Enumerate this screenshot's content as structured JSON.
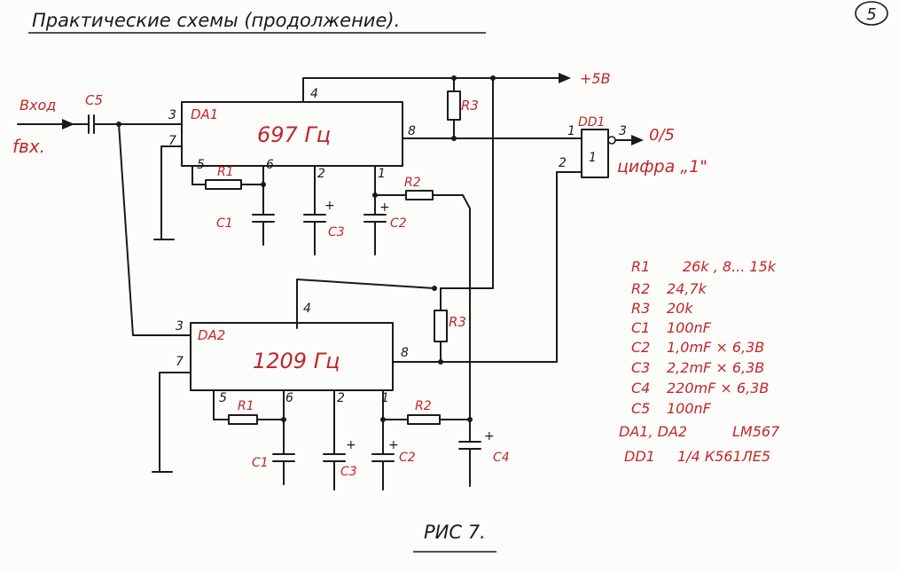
{
  "header": {
    "title": "Практические схемы (продолжение).",
    "page_number": "5"
  },
  "caption": "РИС 7.",
  "labels": {
    "input_name": "Вход",
    "input_signal": "fвх.",
    "c5": "C5",
    "supply": "+5В",
    "output_level": "0/5",
    "output_digit": "цифра „1\"",
    "r3_top": "R3",
    "r3_bottom": "R3",
    "dd1_name": "DD1"
  },
  "dd1": {
    "inner_label": "1",
    "pins": {
      "in1": "1",
      "in2": "2",
      "out": "3"
    }
  },
  "ic_top": {
    "name": "DA1",
    "frequency": "697 Гц",
    "pins": {
      "p3": "3",
      "p7": "7",
      "p4": "4",
      "p8": "8",
      "p5": "5",
      "p6": "6",
      "p2": "2",
      "p1": "1"
    },
    "parts": {
      "r1": "R1",
      "r2": "R2",
      "c1": "C1",
      "c2": "C2",
      "c3": "C3"
    }
  },
  "ic_bottom": {
    "name": "DA2",
    "frequency": "1209 Гц",
    "pins": {
      "p3": "3",
      "p7": "7",
      "p4": "4",
      "p8": "8",
      "p5": "5",
      "p6": "6",
      "p2": "2",
      "p1": "1"
    },
    "parts": {
      "r1": "R1",
      "r2": "R2",
      "c1": "C1",
      "c2": "C2",
      "c3": "C3",
      "c4": "C4"
    }
  },
  "polarity_mark": "+",
  "components_list": [
    {
      "ref": "R1",
      "value": "26k , 8... 15k"
    },
    {
      "ref": "R2",
      "value": "24,7k"
    },
    {
      "ref": "R3",
      "value": "20k"
    },
    {
      "ref": "C1",
      "value": "100nF"
    },
    {
      "ref": "C2",
      "value": "1,0mF × 6,3В"
    },
    {
      "ref": "C3",
      "value": "2,2mF × 6,3В"
    },
    {
      "ref": "C4",
      "value": "220mF × 6,3В"
    },
    {
      "ref": "C5",
      "value": "100nF"
    },
    {
      "ref": "DA1, DA2",
      "value": "LM567"
    },
    {
      "ref": "DD1",
      "value": "1/4 К561ЛЕ5"
    }
  ],
  "colors": {
    "ink": "#1a1a1a",
    "annotation": "#c0262c",
    "paper": "#fcfcfa"
  }
}
